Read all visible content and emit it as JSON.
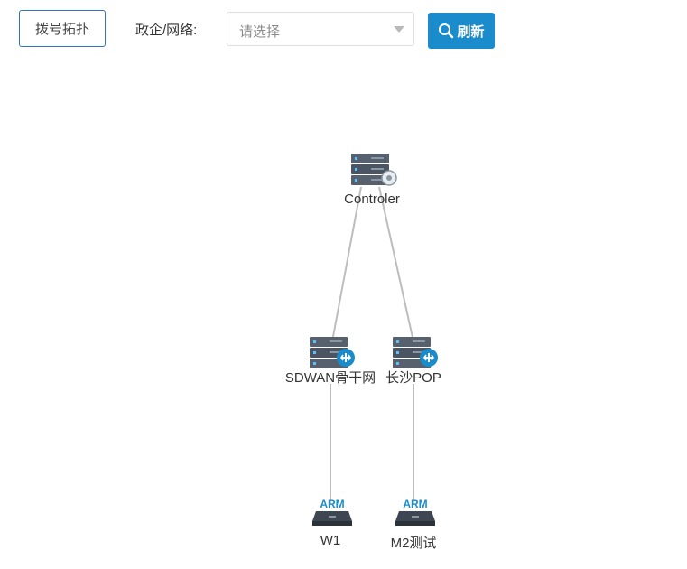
{
  "toolbar": {
    "dial_topology_label": "拨号拓扑",
    "filter_label": "政企/网络:",
    "select_placeholder": "请选择",
    "refresh_label": "刷新"
  },
  "topology": {
    "nodes": [
      {
        "id": "controller",
        "label": "Controler",
        "type": "controller"
      },
      {
        "id": "sdwan",
        "label": "SDWAN骨干网",
        "type": "router"
      },
      {
        "id": "pop",
        "label": "长沙POP",
        "type": "router"
      },
      {
        "id": "w1",
        "label": "W1",
        "type": "arm-device",
        "badge": "ARM"
      },
      {
        "id": "m2",
        "label": "M2测试",
        "type": "arm-device",
        "badge": "ARM"
      }
    ],
    "links": [
      [
        "controller",
        "sdwan"
      ],
      [
        "controller",
        "pop"
      ],
      [
        "sdwan",
        "w1"
      ],
      [
        "pop",
        "m2"
      ]
    ]
  },
  "colors": {
    "accent": "#1a8ccb",
    "outline_border": "#2f74c5",
    "link": "#bdbdbd",
    "server_body": "#4a5561",
    "badge": "#1a8ccb"
  }
}
